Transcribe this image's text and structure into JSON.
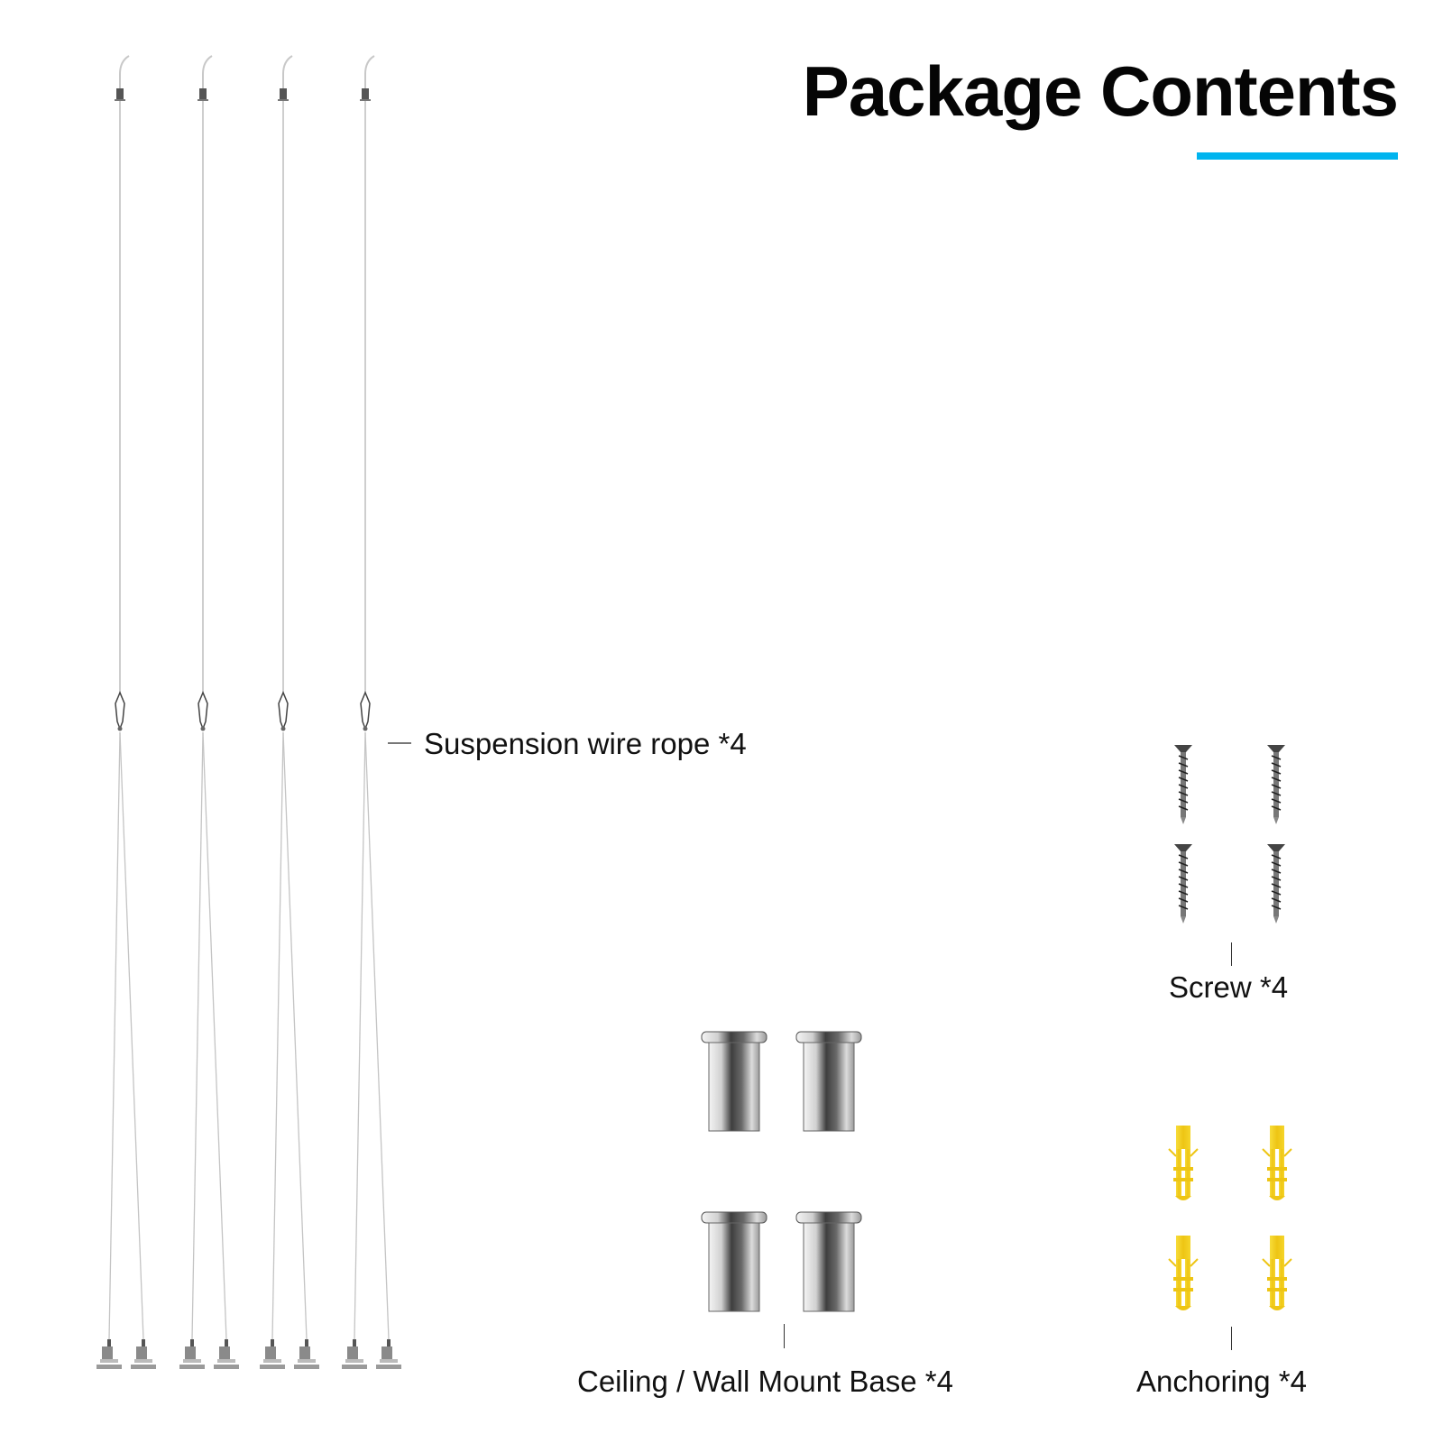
{
  "header": {
    "title": "Package Contents",
    "accent_color": "#00b4ef"
  },
  "items": [
    {
      "id": "suspension-wire-rope",
      "label": "Suspension wire rope *4",
      "quantity": 4
    },
    {
      "id": "screw",
      "label": "Screw *4",
      "quantity": 4
    },
    {
      "id": "ceiling-wall-mount-base",
      "label": "Ceiling / Wall Mount Base *4",
      "quantity": 4
    },
    {
      "id": "anchoring",
      "label": "Anchoring *4",
      "quantity": 4
    }
  ],
  "colors": {
    "metal_dark": "#3a3a3a",
    "metal_light": "#e6e6e6",
    "anchor_yellow": "#f2cc1a",
    "wire": "#bdbdbd"
  }
}
